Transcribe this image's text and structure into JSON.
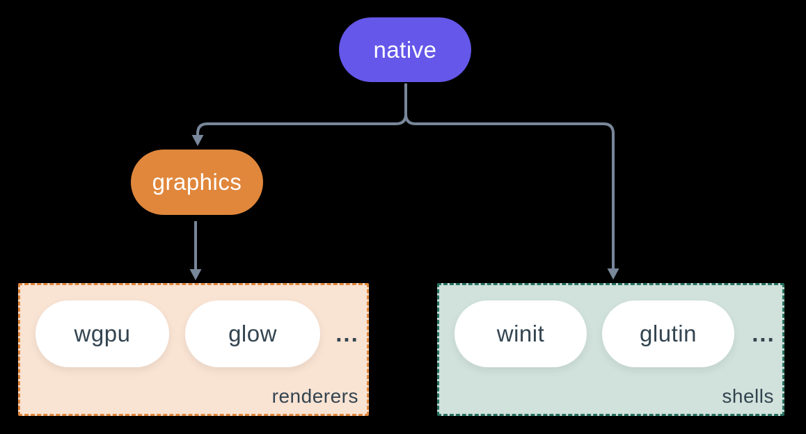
{
  "colors": {
    "background": "#000000",
    "native": "#6457e9",
    "graphics": "#e0873c",
    "renderers_bg": "#f9e3d3",
    "renderers_border": "#e0873c",
    "shells_bg": "#d0e2db",
    "shells_border": "#26705f",
    "pill_bg": "#ffffff",
    "dark_text": "#334450",
    "connector": "#78879a",
    "white_text": "#ffffff"
  },
  "nodes": {
    "native": {
      "label": "native"
    },
    "graphics": {
      "label": "graphics"
    }
  },
  "groups": {
    "renderers": {
      "label": "renderers",
      "items": [
        "wgpu",
        "glow"
      ],
      "ellipsis": "..."
    },
    "shells": {
      "label": "shells",
      "items": [
        "winit",
        "glutin"
      ],
      "ellipsis": "..."
    }
  },
  "edges": [
    {
      "from": "native",
      "to": "graphics"
    },
    {
      "from": "native",
      "to": "shells"
    },
    {
      "from": "graphics",
      "to": "renderers"
    }
  ]
}
